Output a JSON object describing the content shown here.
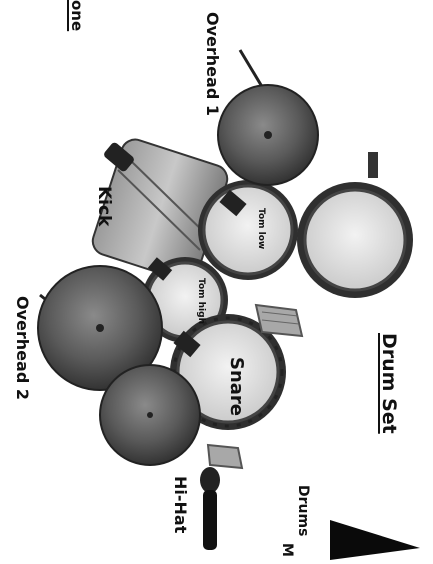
{
  "labels": {
    "overhead_1": "Overhead 1",
    "kick": "Kick",
    "overhead_2": "Overhead 2",
    "hi_hat": "Hi-Hat",
    "snare": "Snare",
    "tom_low": "Tom low",
    "tom_high": "Tom high",
    "drum_set": "Drum Set",
    "edge_partial_left": "one",
    "drums_partial": "Drums",
    "m_partial": "M"
  },
  "colors": {
    "cymbal": "#555555",
    "drumhead": "#d9d9d9",
    "shell": "#3a3a3a",
    "text": "#111111"
  }
}
